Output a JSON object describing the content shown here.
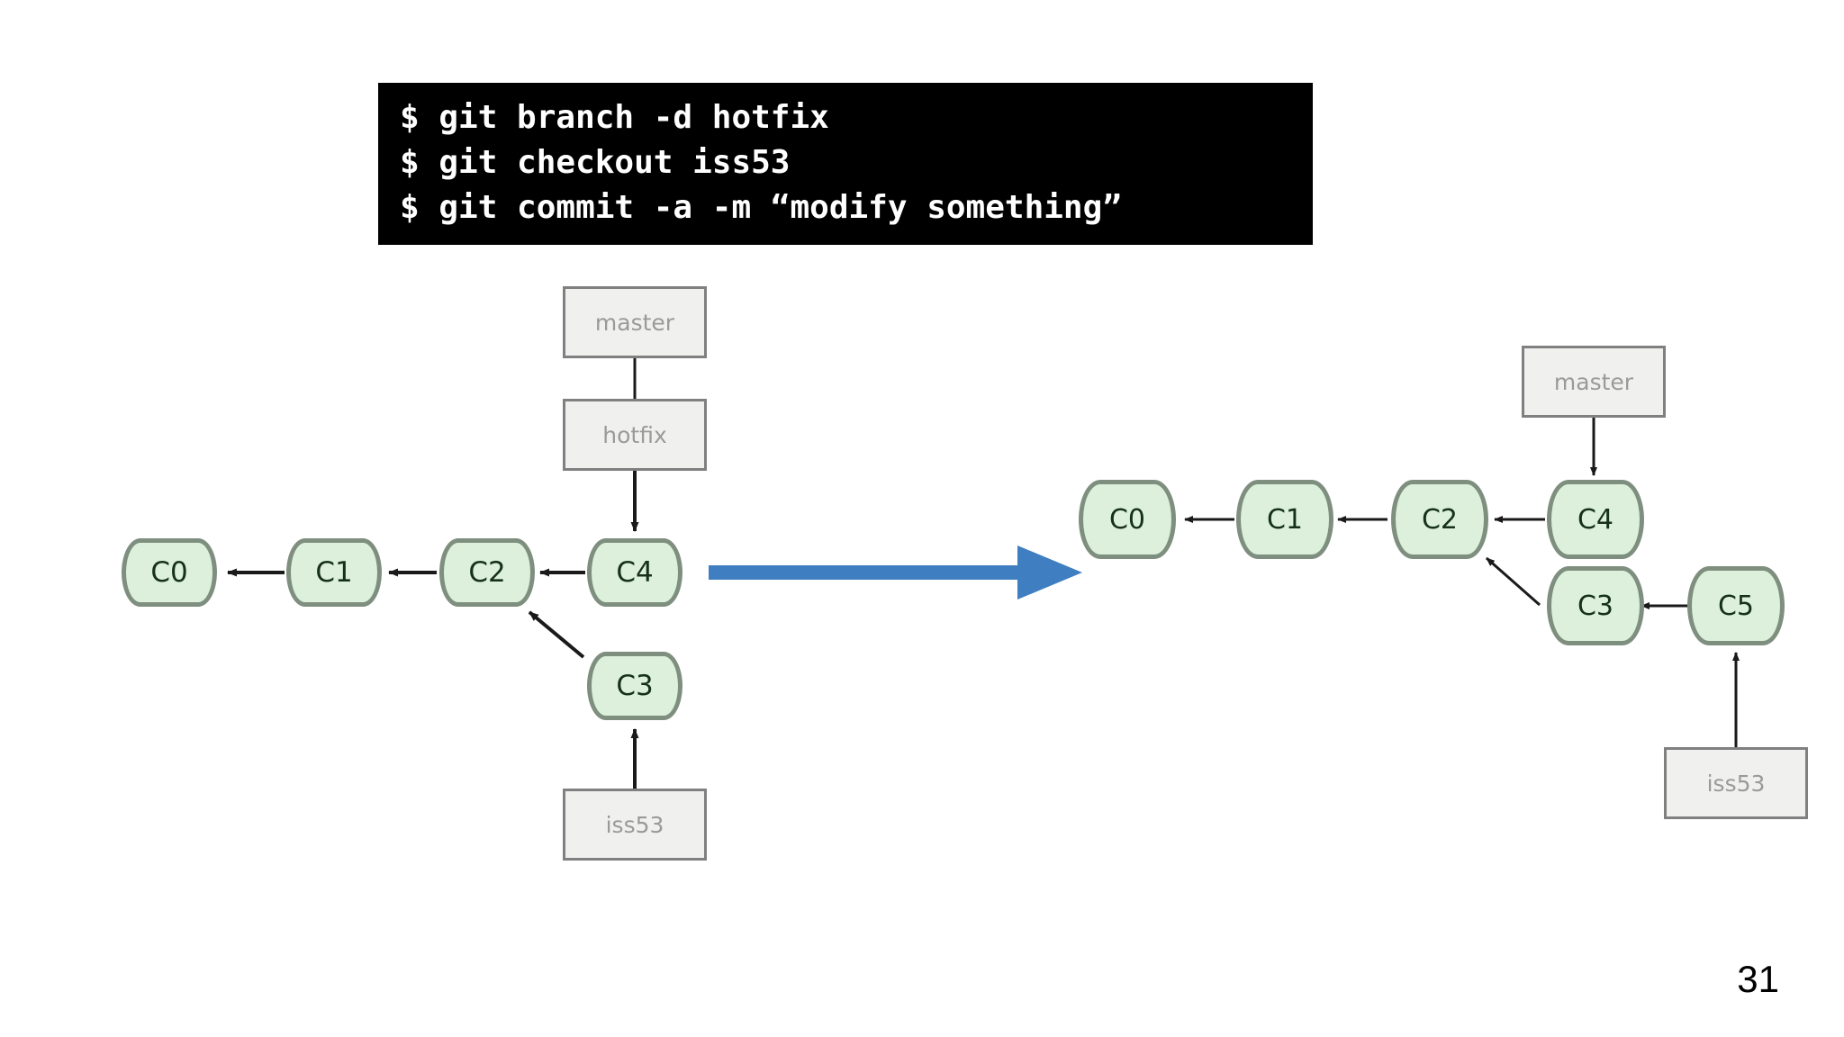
{
  "slide": {
    "page_number": "31",
    "background_color": "#ffffff"
  },
  "terminal": {
    "background_color": "#000000",
    "text_color": "#ffffff",
    "lines": [
      "$ git branch -d hotfix",
      "$ git checkout iss53",
      "$ git commit -a -m “modify something”"
    ]
  },
  "transition_arrow": {
    "name": "blue-transition-arrow",
    "color": "#3f7fc1",
    "direction": "right"
  },
  "colors": {
    "commit_fill": "#dcf0dc",
    "commit_border": "#7f8f7f",
    "commit_text": "#16301a",
    "branch_fill": "#f0f0ef",
    "branch_border": "#808080",
    "branch_text": "#9a9a9a",
    "edge": "#1a1a1a",
    "accent_blue": "#3f7fc1"
  },
  "diagram_before": {
    "title": "before",
    "commits": [
      {
        "id": "C0",
        "label": "C0"
      },
      {
        "id": "C1",
        "label": "C1"
      },
      {
        "id": "C2",
        "label": "C2"
      },
      {
        "id": "C4",
        "label": "C4"
      },
      {
        "id": "C3",
        "label": "C3"
      }
    ],
    "branches": [
      {
        "id": "master",
        "label": "master",
        "points_to": "hotfix"
      },
      {
        "id": "hotfix",
        "label": "hotfix",
        "points_to": "C4"
      },
      {
        "id": "iss53",
        "label": "iss53",
        "points_to": "C3"
      }
    ],
    "edges": [
      {
        "from": "C1",
        "to": "C0"
      },
      {
        "from": "C2",
        "to": "C1"
      },
      {
        "from": "C4",
        "to": "C2"
      },
      {
        "from": "C3",
        "to": "C2"
      }
    ]
  },
  "diagram_after": {
    "title": "after",
    "commits": [
      {
        "id": "C0",
        "label": "C0"
      },
      {
        "id": "C1",
        "label": "C1"
      },
      {
        "id": "C2",
        "label": "C2"
      },
      {
        "id": "C4",
        "label": "C4"
      },
      {
        "id": "C3",
        "label": "C3"
      },
      {
        "id": "C5",
        "label": "C5"
      }
    ],
    "branches": [
      {
        "id": "master",
        "label": "master",
        "points_to": "C4"
      },
      {
        "id": "iss53",
        "label": "iss53",
        "points_to": "C5"
      }
    ],
    "edges": [
      {
        "from": "C1",
        "to": "C0"
      },
      {
        "from": "C2",
        "to": "C1"
      },
      {
        "from": "C4",
        "to": "C2"
      },
      {
        "from": "C3",
        "to": "C2"
      },
      {
        "from": "C5",
        "to": "C3"
      }
    ]
  }
}
